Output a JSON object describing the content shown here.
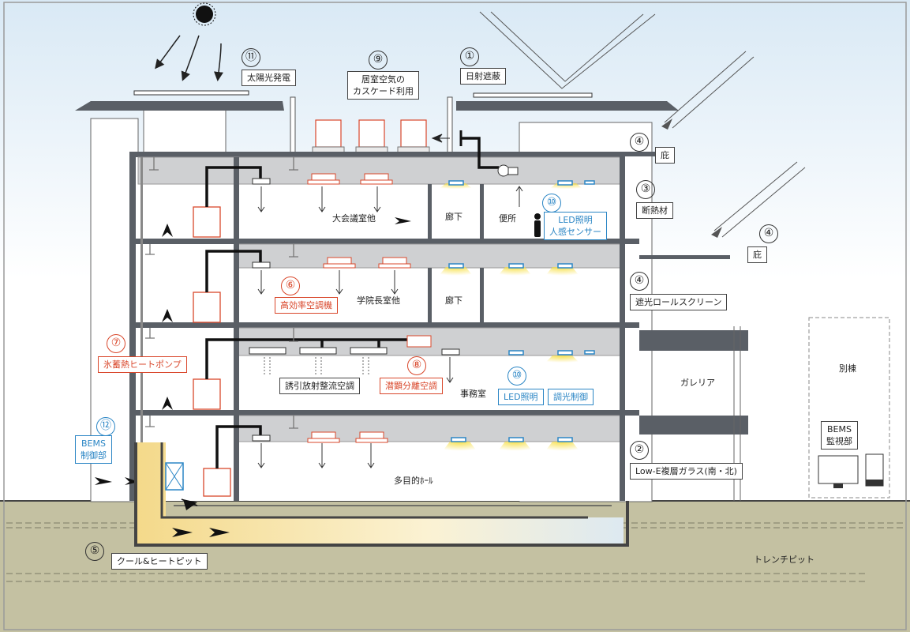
{
  "colors": {
    "sky_top": "#d9e9f5",
    "ground": "#c4c1a2",
    "slab": "#5a5f66",
    "ceiling": "#cfd0d2",
    "red": "#d9472b",
    "blue": "#2b86c5",
    "light": "#f7e04a"
  },
  "numbers": {
    "n1": "①",
    "n2": "②",
    "n3": "③",
    "n4": "④",
    "n5": "⑤",
    "n6": "⑥",
    "n7": "⑦",
    "n8": "⑧",
    "n9": "⑨",
    "n10": "⑩",
    "n11": "⑪",
    "n12": "⑫"
  },
  "labels": {
    "solar_power": "太陽光発電",
    "cascade": "居室空気の\nカスケード利用",
    "sun_shading": "日射遮蔽",
    "eaves": "庇",
    "insulation": "断熱材",
    "led_sensor": "LED照明\n人感センサー",
    "conference": "大会議室他",
    "corridor": "廊下",
    "toilet": "便所",
    "high_eff_ac": "高効率空調機",
    "dean_room": "学院長室他",
    "blind": "遮光ロールスクリーン",
    "ice_storage": "氷蓄熱ヒートポンプ",
    "induction": "誘引放射整流空調",
    "latent": "潜顕分離空調",
    "office": "事務室",
    "led": "LED照明",
    "dimming": "調光制御",
    "galleria": "ガレリア",
    "annex": "別棟",
    "bems_monitor": "BEMS\n監視部",
    "bems_control": "BEMS\n制御部",
    "multipurpose": "多目的ﾎｰﾙ",
    "lowe": "Low-E複層ガラス(南・北)",
    "cool_heat_pit": "クール&ヒートピット",
    "trench": "トレンチピット"
  }
}
